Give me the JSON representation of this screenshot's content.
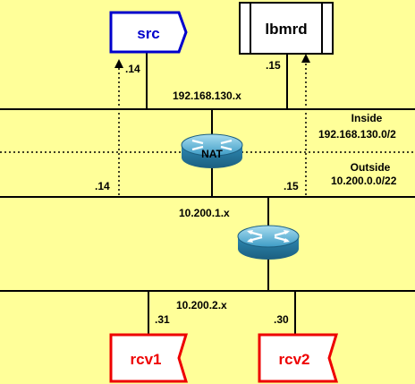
{
  "nodes": {
    "src": "src",
    "lbmrd": "lbmrd",
    "rcv1": "rcv1",
    "rcv2": "rcv2",
    "nat": "NAT"
  },
  "networks": {
    "inside_net": "192.168.130.x",
    "middle_net": "10.200.1.x",
    "bottom_net": "10.200.2.x"
  },
  "zones": {
    "inside_title": "Inside",
    "inside_range": "192.168.130.0/2",
    "outside_title": "Outside",
    "outside_range": "10.200.0.0/22"
  },
  "addresses": {
    "src_inside": ".14",
    "lbmrd_inside": ".15",
    "src_outside": ".14",
    "lbmrd_outside": ".15",
    "rcv1": ".31",
    "rcv2": ".30"
  },
  "colors": {
    "background": "#FFFF99",
    "src_outline": "#0000CC",
    "rcv_outline": "#EE0000",
    "router": "#2E8FB8"
  }
}
